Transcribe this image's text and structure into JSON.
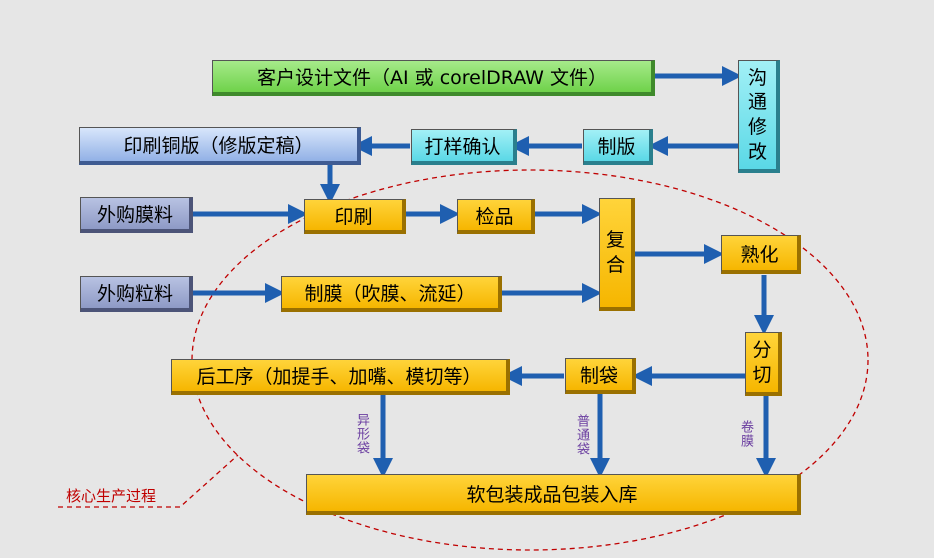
{
  "nodes": {
    "customer_design": "客户设计文件（AI 或 corelDRAW 文件）",
    "communicate": [
      "沟",
      "通",
      "修",
      "改"
    ],
    "plate_making": "制版",
    "proof_confirm": "打样确认",
    "print_plate": "印刷铜版（修版定稿）",
    "buy_film": "外购膜料",
    "printing": "印刷",
    "inspect": "检品",
    "laminate": [
      "复",
      "合"
    ],
    "curing": "熟化",
    "buy_pellets": "外购粒料",
    "film_making": "制膜（吹膜、流延）",
    "slitting": [
      "分",
      "切"
    ],
    "bag_making": "制袋",
    "post_process": "后工序（加提手、加嘴、模切等）",
    "warehouse": "软包装成品包装入库"
  },
  "labels": {
    "special_bag": "异形袋",
    "normal_bag": "普通袋",
    "roll_film": "卷膜"
  },
  "annotation": "核心生产过程",
  "colors": {
    "arrow": "#1f5fb0",
    "dashed": "#c00000",
    "label": "#6a3da0"
  }
}
